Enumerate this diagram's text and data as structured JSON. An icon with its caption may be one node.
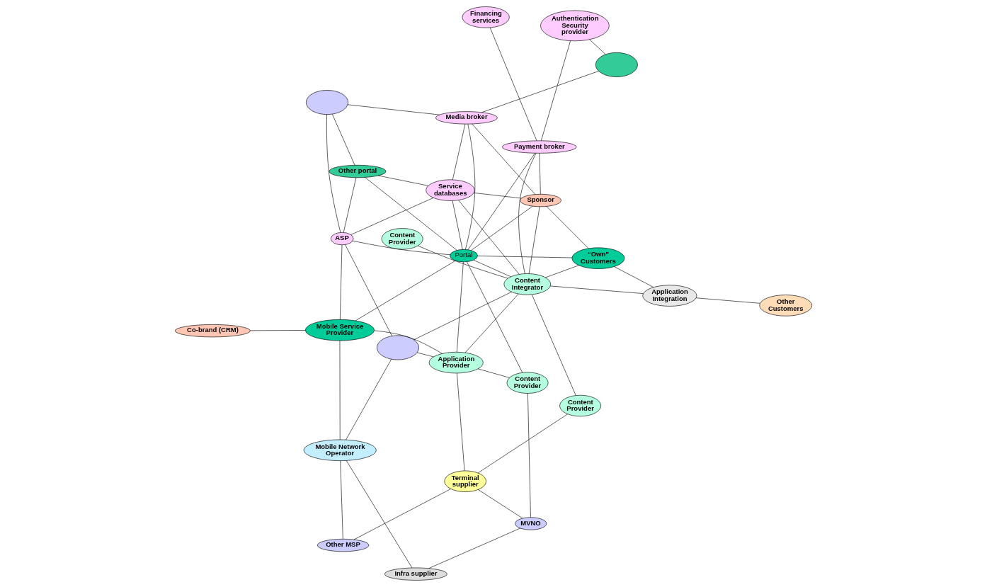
{
  "diagram": {
    "nodes": [
      {
        "text": [
          "Terminal supplier"
        ]
      },
      {
        "text": [
          "MVNO"
        ]
      },
      {
        "text": [],
        "shape": "ellipse"
      },
      {
        "text": [
          "Application Provider"
        ]
      },
      {
        "text": [
          "Content Provider"
        ]
      },
      {
        "text": [
          "Content Provider"
        ]
      },
      {
        "text": [
          "Content Provider"
        ]
      },
      {
        "text": [
          "Infra supplier"
        ]
      },
      {
        "text": [
          "Co-brand (CRM)"
        ]
      },
      {
        "text": [
          "Content Integrator"
        ]
      },
      {
        "text": [
          "Application Integration"
        ]
      },
      {
        "text": [
          "Mobile Network Operator"
        ]
      },
      {
        "text": [
          "Mobile Service Provider"
        ]
      },
      {
        "text": [
          "Portal"
        ]
      },
      {
        "text": [
          "“Own” Customers"
        ]
      },
      {
        "text": [
          "Other Customers"
        ]
      },
      {
        "text": [
          "Other MSP"
        ]
      },
      {
        "text": [],
        "shape": "ellipse"
      },
      {
        "text": [
          "ASP"
        ]
      },
      {
        "text": [
          "Service databases"
        ]
      },
      {
        "text": [
          "Sponsor"
        ]
      },
      {
        "text": [
          "Payment broker"
        ]
      },
      {
        "text": [
          "Financing services"
        ]
      },
      {
        "text": [
          "Media broker"
        ]
      },
      {
        "text": [
          "Other portal"
        ]
      },
      {
        "text": [],
        "shape": "ellipse"
      },
      {
        "text": [
          "Authentication Security provider"
        ]
      }
    ],
    "edges": [
      {
        "from": 0,
        "to": 1,
        "arrow": "none"
      },
      {
        "from": 0,
        "to": 16,
        "arrow": "none"
      },
      {
        "from": 0,
        "to": 3,
        "arrow": "none"
      },
      {
        "from": 0,
        "to": 5,
        "arrow": "none"
      },
      {
        "from": 1,
        "to": 4,
        "arrow": "none"
      },
      {
        "from": 2,
        "to": 3,
        "arrow": "none"
      },
      {
        "from": 2,
        "to": 9,
        "arrow": "none"
      },
      {
        "from": 1,
        "to": 7,
        "arrow": "none"
      },
      {
        "from": 2,
        "to": 11,
        "arrow": "none"
      },
      {
        "from": 2,
        "to": 18,
        "arrow": "none"
      },
      {
        "from": 3,
        "to": 4,
        "arrow": "none"
      },
      {
        "from": 3,
        "to": 9,
        "arrow": "none"
      },
      {
        "from": 3,
        "to": 13,
        "arrow": "none"
      },
      {
        "from": 3,
        "to": 12,
        "arrow": "none"
      },
      {
        "from": 4,
        "to": 13,
        "arrow": "none"
      },
      {
        "from": 5,
        "to": 9,
        "arrow": "none"
      },
      {
        "from": 6,
        "to": 9,
        "arrow": "none"
      },
      {
        "from": 7,
        "to": 11,
        "arrow": "none"
      },
      {
        "from": 8,
        "to": 12,
        "arrow": "none"
      },
      {
        "from": 9,
        "to": 10,
        "arrow": "none"
      },
      {
        "from": 9,
        "to": 13,
        "arrow": "none"
      },
      {
        "from": 9,
        "to": 14,
        "arrow": "none"
      },
      {
        "from": 9,
        "to": 20,
        "arrow": "none"
      },
      {
        "from": 9,
        "to": 19,
        "arrow": "none"
      },
      {
        "from": 9,
        "to": 21,
        "arrow": "none"
      },
      {
        "from": 10,
        "to": 14,
        "arrow": "none"
      },
      {
        "from": 10,
        "to": 15,
        "arrow": "none"
      },
      {
        "from": 11,
        "to": 12,
        "arrow": "none"
      },
      {
        "from": 11,
        "to": 16,
        "arrow": "none"
      },
      {
        "from": 12,
        "to": 13,
        "arrow": "none"
      },
      {
        "from": 12,
        "to": 18,
        "arrow": "none"
      },
      {
        "from": 13,
        "to": 14,
        "arrow": "none"
      },
      {
        "from": 13,
        "to": 21,
        "arrow": "none"
      },
      {
        "from": 13,
        "to": 20,
        "arrow": "none"
      },
      {
        "from": 13,
        "to": 23,
        "arrow": "none"
      },
      {
        "from": 13,
        "to": 19,
        "arrow": "none"
      },
      {
        "from": 13,
        "to": 18,
        "arrow": "none"
      },
      {
        "from": 13,
        "to": 24,
        "arrow": "none"
      },
      {
        "from": 14,
        "to": 20,
        "arrow": "none"
      },
      {
        "from": 17,
        "to": 18,
        "arrow": "none"
      },
      {
        "from": 17,
        "to": 23,
        "arrow": "none"
      },
      {
        "from": 17,
        "to": 24,
        "arrow": "none"
      },
      {
        "from": 18,
        "to": 19,
        "arrow": "none"
      },
      {
        "from": 18,
        "to": 24,
        "arrow": "none"
      },
      {
        "from": 19,
        "to": 20,
        "arrow": "none"
      },
      {
        "from": 19,
        "to": 23,
        "arrow": "none"
      },
      {
        "from": 19,
        "to": 24,
        "arrow": "none"
      },
      {
        "from": 20,
        "to": 23,
        "arrow": "none"
      },
      {
        "from": 20,
        "to": 21,
        "arrow": "none"
      },
      {
        "from": 21,
        "to": 22,
        "arrow": "none"
      },
      {
        "from": 21,
        "to": 26,
        "arrow": "none"
      },
      {
        "from": 25,
        "to": 23,
        "arrow": "none"
      },
      {
        "from": 25,
        "to": 26,
        "arrow": "none"
      }
    ]
  }
}
